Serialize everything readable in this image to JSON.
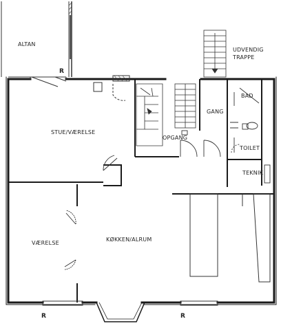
{
  "rooms": {
    "altan": "ALTAN",
    "stue": "STUE/VÆRELSE",
    "opgang": "OPGANG",
    "gang": "GANG",
    "bad": "BAD",
    "toilet": "TOILET",
    "teknik": "TEKNIK",
    "vaerelse": "VÆRELSE",
    "koekken": "KØKKEN/ALRUM",
    "udvendig_trappe_line1": "UDVENDIG",
    "udvendig_trappe_line2": "TRAPPE"
  },
  "markers": {
    "r_top": "R",
    "r_bottom_left": "R",
    "r_bottom_right": "R"
  },
  "colors": {
    "wall": "#1a1a1a",
    "line": "#333333",
    "fill": "#ffffff"
  }
}
